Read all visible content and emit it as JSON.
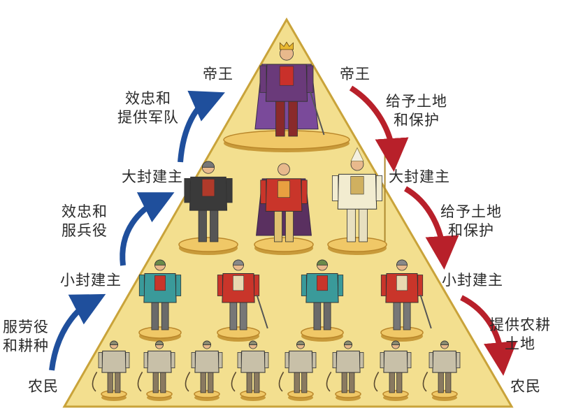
{
  "colors": {
    "pyramid_fill": "#f3df8f",
    "pyramid_stroke": "#c9a33a",
    "left_arrow": "#1f4f9c",
    "right_arrow": "#b8202a"
  },
  "left": {
    "level_emperor": "帝王",
    "duty_to_emperor": "效忠和\n提供军队",
    "level_great_lord": "大封建主",
    "duty_to_great_lord": "效忠和\n服兵役",
    "level_lesser_lord": "小封建主",
    "duty_to_lesser_lord": "服劳役\n和耕种",
    "level_peasant": "农民"
  },
  "right": {
    "level_emperor": "帝王",
    "grant_from_emperor": "给予土地\n和保护",
    "level_great_lord": "大封建主",
    "grant_from_great_lord": "给予土地\n和保护",
    "level_lesser_lord": "小封建主",
    "grant_from_lesser_lord": "提供农耕\n土地",
    "level_peasant": "农民"
  },
  "figures": {
    "king": "king-figure",
    "great_lords": [
      "knight-figure",
      "noble-figure",
      "bishop-figure"
    ],
    "lesser_lords": [
      "vassal-figure",
      "soldier-figure",
      "vassal-figure",
      "soldier-figure"
    ],
    "peasants": [
      "peasant-figure",
      "peasant-figure",
      "peasant-figure",
      "peasant-figure",
      "peasant-figure",
      "peasant-figure",
      "peasant-figure",
      "peasant-figure"
    ]
  }
}
